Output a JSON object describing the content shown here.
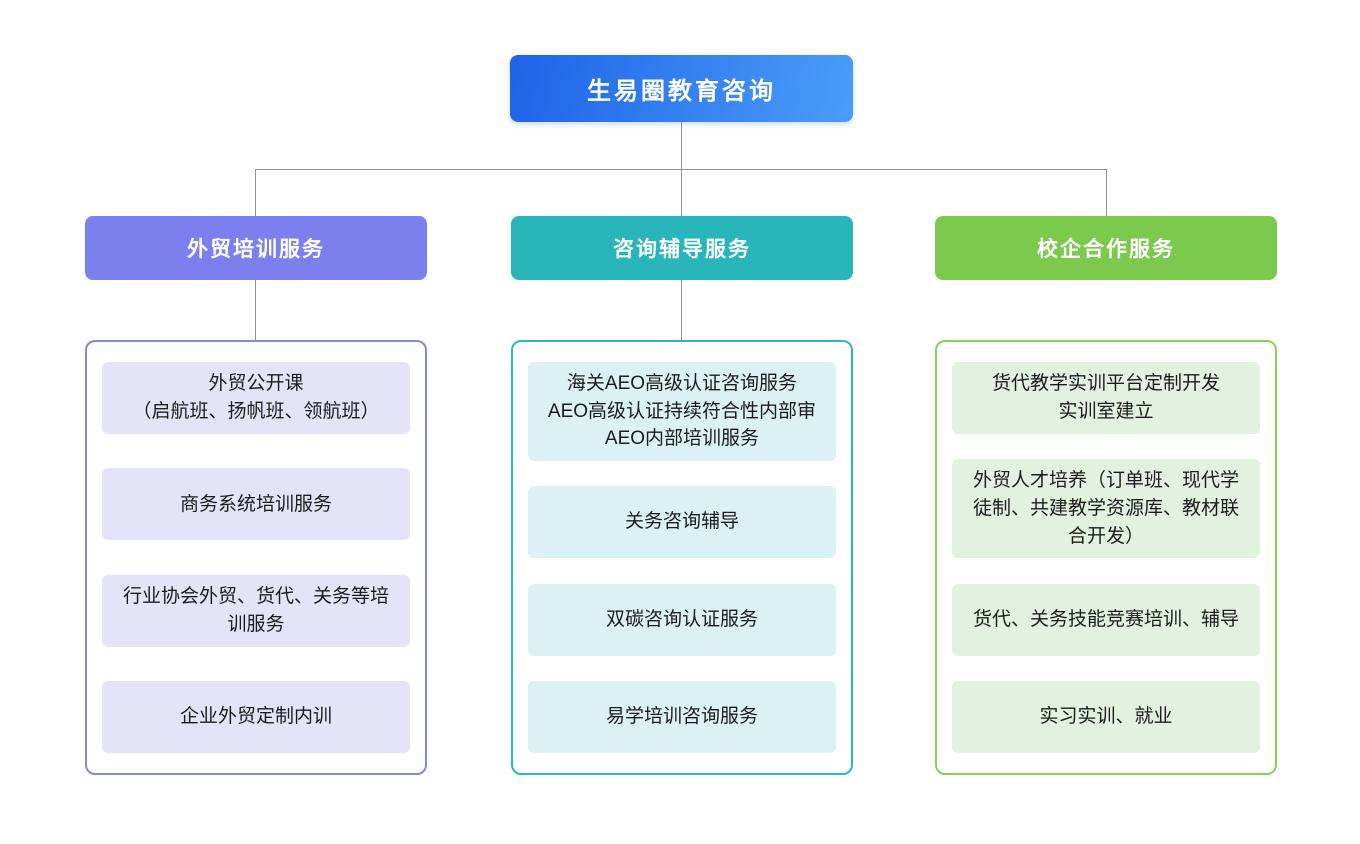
{
  "root": {
    "label": "生易圈教育咨询"
  },
  "branches": [
    {
      "id": "foreign-trade-training",
      "label": "外贸培训服务",
      "header_color": "#7b80ee",
      "border_color": "#8185ef",
      "item_bg_color": "#e4e3f7",
      "items": [
        "外贸公开课\n（启航班、扬帆班、领航班）",
        "商务系统培训服务",
        "行业协会外贸、货代、关务等培训服务",
        "企业外贸定制内训"
      ]
    },
    {
      "id": "consulting-tutoring",
      "label": "咨询辅导服务",
      "header_color": "#29b6ba",
      "border_color": "#2ab9bd",
      "item_bg_color": "#dbf1f3",
      "items": [
        "海关AEO高级认证咨询服务\nAEO高级认证持续符合性内部审\nAEO内部培训服务",
        "关务咨询辅导",
        "双碳咨询认证服务",
        "易学培训咨询服务"
      ]
    },
    {
      "id": "school-enterprise-cooperation",
      "label": "校企合作服务",
      "header_color": "#7cca4d",
      "border_color": "#85d353",
      "item_bg_color": "#e1f2de",
      "items": [
        "货代教学实训平台定制开发\n实训室建立",
        "外贸人才培养（订单班、现代学徒制、共建教学资源库、教材联合开发）",
        "货代、关务技能竞赛培训、辅导",
        "实习实训、就业"
      ]
    }
  ],
  "colors": {
    "root_gradient_start": "#1d64e8",
    "root_gradient_end": "#4b9cf8",
    "connector_line": "#8b929b",
    "item_text": "#1c1c1e",
    "background": "#ffffff"
  }
}
